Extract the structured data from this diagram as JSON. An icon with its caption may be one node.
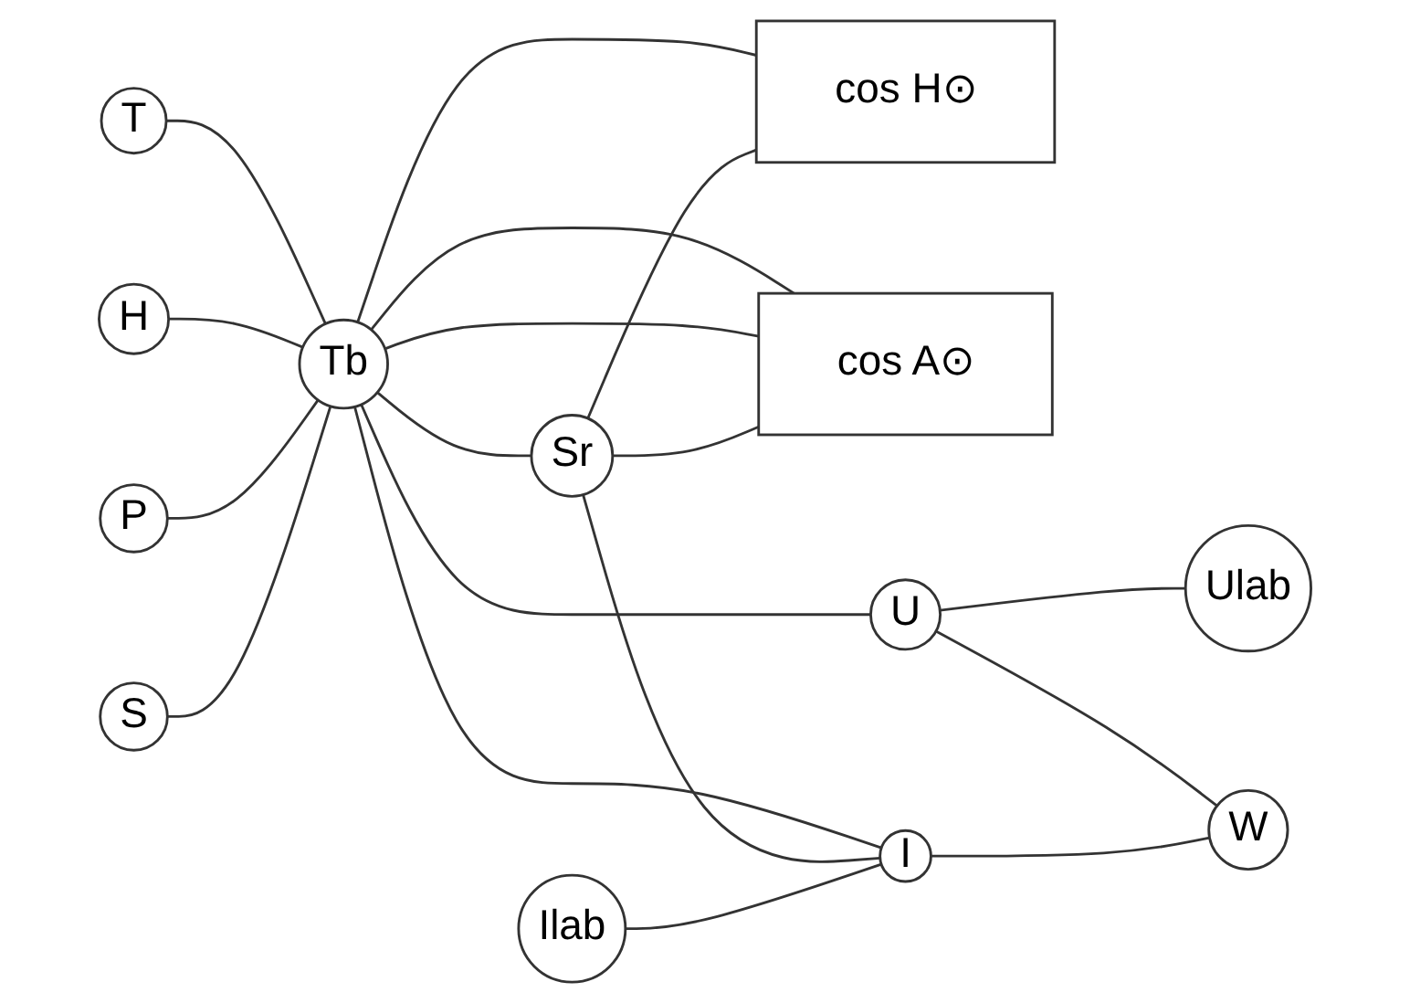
{
  "diagram": {
    "nodes": [
      {
        "text": [
          "T"
        ]
      },
      {
        "text": [
          "H"
        ]
      },
      {
        "text": [
          "P"
        ]
      },
      {
        "text": [
          "S"
        ]
      },
      {
        "text": [
          "Tb"
        ]
      },
      {
        "text": [
          "Sr"
        ]
      },
      {
        "text": [
          "cos H⊙"
        ]
      },
      {
        "text": [
          "cos A⊙"
        ]
      },
      {
        "text": [
          "U"
        ]
      },
      {
        "text": [
          "Ulab"
        ]
      },
      {
        "text": [
          "Ilab"
        ]
      },
      {
        "text": [
          "I"
        ]
      },
      {
        "text": [
          "W"
        ]
      }
    ],
    "edges": [
      {
        "from": 0,
        "to": 4,
        "arrow": "none"
      },
      {
        "from": 1,
        "to": 4,
        "arrow": "none"
      },
      {
        "from": 2,
        "to": 4,
        "arrow": "none"
      },
      {
        "from": 3,
        "to": 4,
        "arrow": "none"
      },
      {
        "from": 4,
        "to": 8,
        "arrow": "none"
      },
      {
        "from": 4,
        "to": 5,
        "arrow": "none"
      },
      {
        "from": 4,
        "to": 11,
        "arrow": "none"
      },
      {
        "from": 4,
        "to": 6,
        "arrow": "none"
      },
      {
        "from": 4,
        "to": 7,
        "arrow": "none"
      },
      {
        "from": 4,
        "to": 7,
        "arrow": "none"
      },
      {
        "from": 5,
        "to": 6,
        "arrow": "none"
      },
      {
        "from": 5,
        "to": 7,
        "arrow": "none"
      },
      {
        "from": 5,
        "to": 11,
        "arrow": "none"
      },
      {
        "from": 8,
        "to": 9,
        "arrow": "none"
      },
      {
        "from": 10,
        "to": 11,
        "arrow": "none"
      },
      {
        "from": 8,
        "to": 12,
        "arrow": "none"
      },
      {
        "from": 11,
        "to": 12,
        "arrow": "none"
      }
    ]
  }
}
